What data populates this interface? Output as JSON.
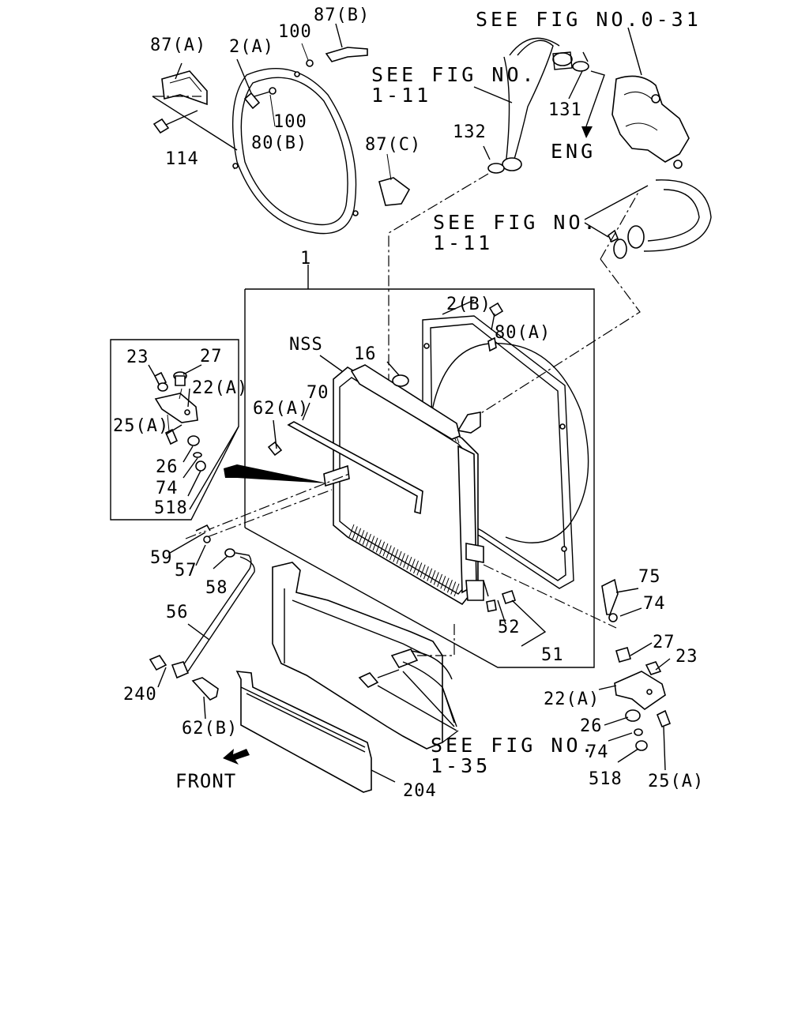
{
  "refs": {
    "see_0_31": "SEE FIG NO.0-31",
    "see_1_11_top_a": "SEE FIG NO.",
    "see_1_11_top_b": "1-11",
    "see_1_11_mid_a": "SEE FIG NO.",
    "see_1_11_mid_b": "1-11",
    "see_1_35_a": "SEE FIG NO.",
    "see_1_35_b": "1-35",
    "eng": "ENG",
    "front": "FRONT"
  },
  "labels": {
    "p87a": "87(A)",
    "p2a": "2(A)",
    "p100a": "100",
    "p87b": "87(B)",
    "p100b": "100",
    "p80b": "80(B)",
    "p114": "114",
    "p87c": "87(C)",
    "p131": "131",
    "p132": "132",
    "p1": "1",
    "p2b": "2(B)",
    "p80a": "80(A)",
    "nss": "NSS",
    "p16": "16",
    "p70": "70",
    "p62a": "62(A)",
    "i23": "23",
    "i27": "27",
    "i22a": "22(A)",
    "i25a": "25(A)",
    "i26": "26",
    "i74": "74",
    "i518": "518",
    "p59": "59",
    "p57": "57",
    "p58": "58",
    "p56": "56",
    "p240": "240",
    "p62b": "62(B)",
    "p204": "204",
    "p75": "75",
    "p74r": "74",
    "p52": "52",
    "p51": "51",
    "r27": "27",
    "r23": "23",
    "r22a": "22(A)",
    "r26": "26",
    "r74": "74",
    "r518": "518",
    "r25a": "25(A)"
  }
}
